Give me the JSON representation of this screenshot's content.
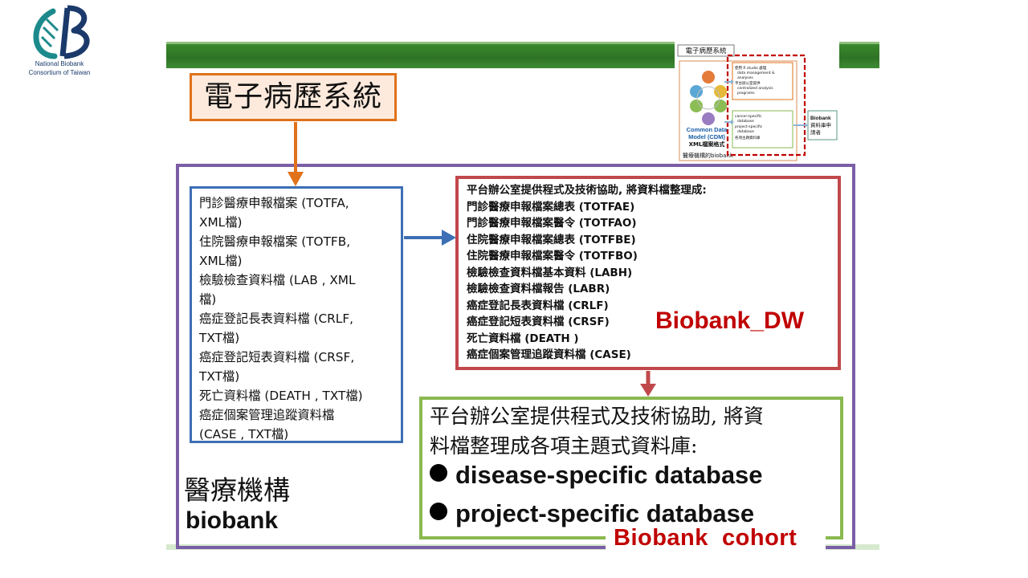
{
  "logo": {
    "line1": "National Biobank",
    "line2": "Consortium of Taiwan",
    "colors": {
      "teal": "#1c8a8c",
      "navy": "#1b3a6b"
    }
  },
  "ehr": {
    "title": "電子病歷系統"
  },
  "institution": {
    "name": "醫療機構",
    "subtitle": "biobank"
  },
  "hospital_files": [
    "門診醫療申報檔案 (TOTFA,",
    "XML檔)",
    "住院醫療申報檔案 (TOTFB,",
    "XML檔)",
    "檢驗檢查資料檔 (LAB , XML",
    "檔)",
    "癌症登記長表資料檔 (CRLF,",
    "TXT檔)",
    "癌症登記短表資料檔 (CRSF,",
    "TXT檔)",
    "死亡資料檔 (DEATH , TXT檔)",
    "癌症個案管理追蹤資料檔",
    "(CASE , TXT檔)"
  ],
  "dw": {
    "lines": [
      "平台辦公室提供程式及技術協助, 將資料檔整理成:",
      "門診醫療申報檔案總表 (TOTFAE)",
      "門診醫療申報檔案醫令 (TOTFAO)",
      "住院醫療申報檔案總表 (TOTFBE)",
      "住院醫療申報檔案醫令 (TOTFBO)",
      "檢驗檢查資料檔基本資料 (LABH)",
      "檢驗檢查資料檔報告 (LABR)",
      "癌症登記長表資料檔 (CRLF)",
      "癌症登記短表資料檔 (CRSF)",
      "死亡資料檔 (DEATH )",
      "癌症個案管理追蹤資料檔 (CASE)"
    ],
    "label": "Biobank_DW"
  },
  "cohort": {
    "desc_line1": "平台辦公室提供程式及技術協助, 將資",
    "desc_line2": "料檔整理成各項主題式資料庫:",
    "bullets": [
      "disease-specific database",
      "project-specific database"
    ],
    "label": "Biobank  cohort"
  },
  "thumbnail": {
    "header": "電子病歷系統",
    "cdm_line1": "Common Data",
    "cdm_line2": "Model (CDM)",
    "cdm_line3": "XML檔案格式",
    "footer": "醫療機構的biobank",
    "box1": [
      "使用 R studio 處理",
      "data management &",
      "analyses",
      "平台辦公室提供",
      "centralized analysis",
      "programs"
    ],
    "box2": [
      "cancer-specific",
      "database",
      "project-specific",
      "database",
      "各項主題資料庫"
    ],
    "applicant_line1": "Biobank",
    "applicant_line2": "資料庫申",
    "applicant_line3": "請者"
  },
  "colors": {
    "orange": "#e0721a",
    "purple": "#7b5ea6",
    "blue": "#3c6fb5",
    "red": "#c0484b",
    "green": "#8ab94f",
    "label_red": "#c00000",
    "topbar_green": "#2f7326"
  }
}
